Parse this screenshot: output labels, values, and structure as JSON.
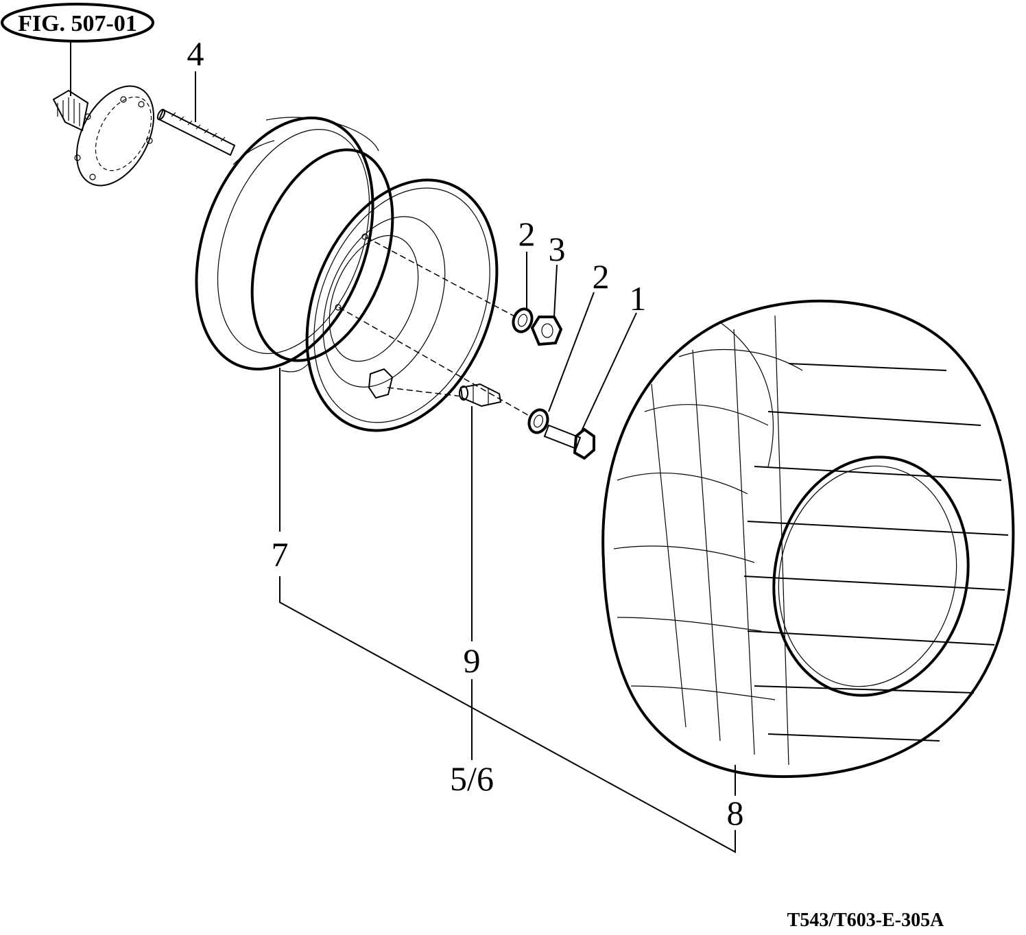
{
  "figure_reference": "FIG. 507-01",
  "drawing_number": "T543/T603-E-305A",
  "callouts": {
    "bolt": "1",
    "washer_upper": "2",
    "washer_lower": "2",
    "nut": "3",
    "stud": "4",
    "valve": "5/6",
    "rim": "7",
    "tire": "8",
    "valve_stem": "9"
  }
}
